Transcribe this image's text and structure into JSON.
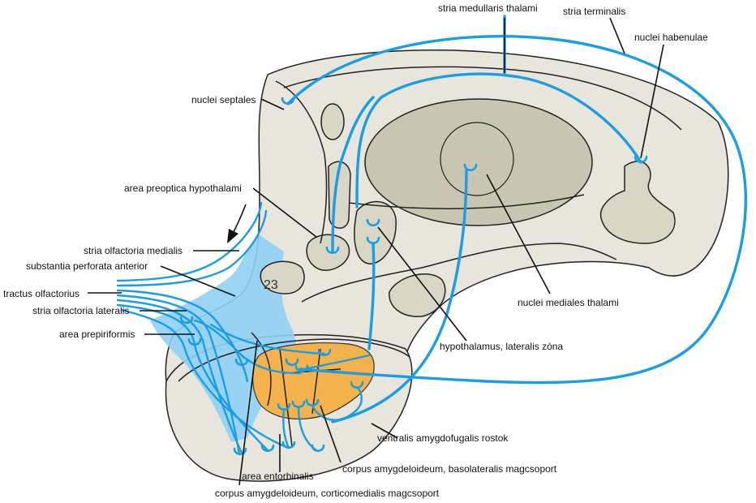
{
  "labels": {
    "stria_medullaris_thalami": "stria medullaris thalami",
    "stria_terminalis": "stria terminalis",
    "nuclei_habenulae": "nuclei habenulae",
    "nuclei_septales": "nuclei septales",
    "area_preoptica_hypothalami": "area preoptica hypothalami",
    "stria_olfactoria_medialis": "stria olfactoria medialis",
    "substantia_perforata_anterior": "substantia perforata anterior",
    "tractus_olfactorius": "tractus olfactorius",
    "stria_olfactoria_lateralis": "stria olfactoria lateralis",
    "area_prepiriformis": "area prepiriformis",
    "nuclei_mediales_thalami": "nuclei mediales thalami",
    "hypothalamus_lateralis_zona": "hypothalamus, lateralis zóna",
    "ventralis_amygdofugalis_rostok": "ventralis amygdofugalis rostok",
    "corpus_amygdaloideum_basolateralis": "corpus amygdeloideum, basolateralis magcsoport",
    "area_entorhinalis": "area entorhinalis",
    "corpus_amygdaloideum_corticomedialis": "corpus amygdeloideum, corticomedialis magcsoport",
    "region_number": "23"
  },
  "colors": {
    "fiber": "#1a9ee3",
    "olfactory_area": "#8fd0f5",
    "tissue": "#e7e5dc",
    "nucleus": "#d9d6c6",
    "thalamus": "#c8c6b2",
    "amygdala": "#f3b24c"
  }
}
